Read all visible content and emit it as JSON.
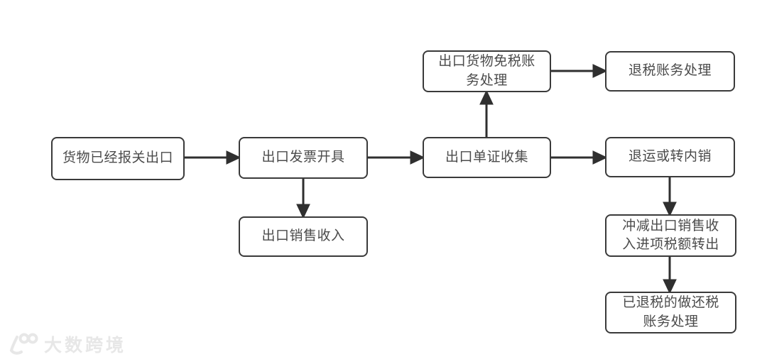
{
  "page": {
    "background": "#ffffff"
  },
  "colors": {
    "node_border": "#3a3a3a",
    "node_fill": "#ffffff",
    "node_text": "#4b4b4b",
    "arrow": "#2f2f2f",
    "watermark": "#e7e7e7"
  },
  "diagram": {
    "type": "flowchart",
    "nodes": [
      {
        "id": "goods-declared",
        "label": "货物已经报关出口"
      },
      {
        "id": "invoice-issue",
        "label": "出口发票开具"
      },
      {
        "id": "export-sales-revenue",
        "label": "出口销售收入"
      },
      {
        "id": "document-collection",
        "label": "出口单证收集"
      },
      {
        "id": "tax-free-accounting",
        "label": "出口货物免税账\n务处理"
      },
      {
        "id": "refund-accounting",
        "label": "退税账务处理"
      },
      {
        "id": "return-or-domestic",
        "label": "退运或转内销"
      },
      {
        "id": "offset-input-tax",
        "label": "冲减出口销售收\n入进项税额转出"
      },
      {
        "id": "repay-tax-accounting",
        "label": "已退税的做还税\n账务处理"
      }
    ],
    "edges": [
      {
        "from": "goods-declared",
        "to": "invoice-issue",
        "direction": "right"
      },
      {
        "from": "invoice-issue",
        "to": "document-collection",
        "direction": "right"
      },
      {
        "from": "invoice-issue",
        "to": "export-sales-revenue",
        "direction": "down"
      },
      {
        "from": "document-collection",
        "to": "tax-free-accounting",
        "direction": "up"
      },
      {
        "from": "tax-free-accounting",
        "to": "refund-accounting",
        "direction": "right"
      },
      {
        "from": "document-collection",
        "to": "return-or-domestic",
        "direction": "right"
      },
      {
        "from": "return-or-domestic",
        "to": "offset-input-tax",
        "direction": "down"
      },
      {
        "from": "offset-input-tax",
        "to": "repay-tax-accounting",
        "direction": "down"
      }
    ]
  },
  "watermark": {
    "logo": "100",
    "text": "大数跨境"
  }
}
